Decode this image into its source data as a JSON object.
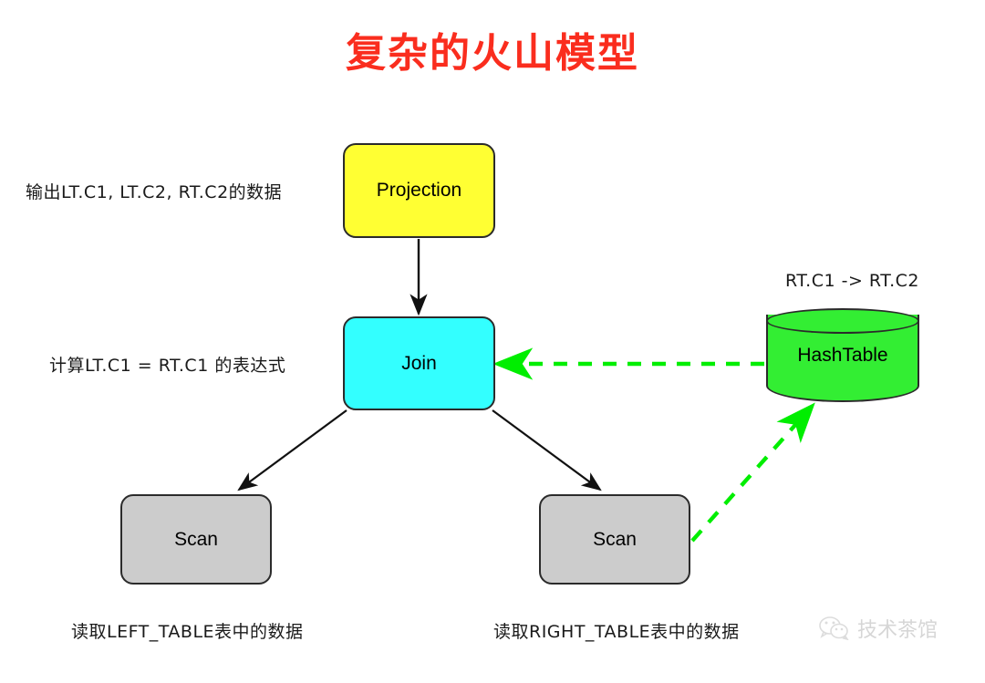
{
  "title": "复杂的火山模型",
  "colors": {
    "title": "#FA2D1E",
    "projection": "#FFFF33",
    "join": "#33FFFF",
    "scan": "#CCCCCC",
    "hashtable": "#33EE33",
    "edge": "#111111",
    "dashed_edge": "#00EE00",
    "background": "#FFFFFF"
  },
  "nodes": {
    "projection": {
      "label": "Projection"
    },
    "join": {
      "label": "Join"
    },
    "scan_left": {
      "label": "Scan"
    },
    "scan_right": {
      "label": "Scan"
    },
    "hashtable": {
      "label": "HashTable"
    }
  },
  "annotations": {
    "projection_note": "输出LT.C1, LT.C2, RT.C2的数据",
    "join_note": "计算LT.C1 = RT.C1 的表达式",
    "hashtable_note": "RT.C1 -> RT.C2",
    "scan_left_note": "读取LEFT_TABLE表中的数据",
    "scan_right_note": "读取RIGHT_TABLE表中的数据"
  },
  "edges": [
    {
      "from": "projection",
      "to": "join",
      "style": "solid"
    },
    {
      "from": "join",
      "to": "scan_left",
      "style": "solid"
    },
    {
      "from": "join",
      "to": "scan_right",
      "style": "solid"
    },
    {
      "from": "hashtable",
      "to": "join",
      "style": "dashed"
    },
    {
      "from": "scan_right",
      "to": "hashtable",
      "style": "dashed"
    }
  ],
  "watermark": {
    "label": "技术茶馆",
    "icon": "wechat-icon"
  }
}
